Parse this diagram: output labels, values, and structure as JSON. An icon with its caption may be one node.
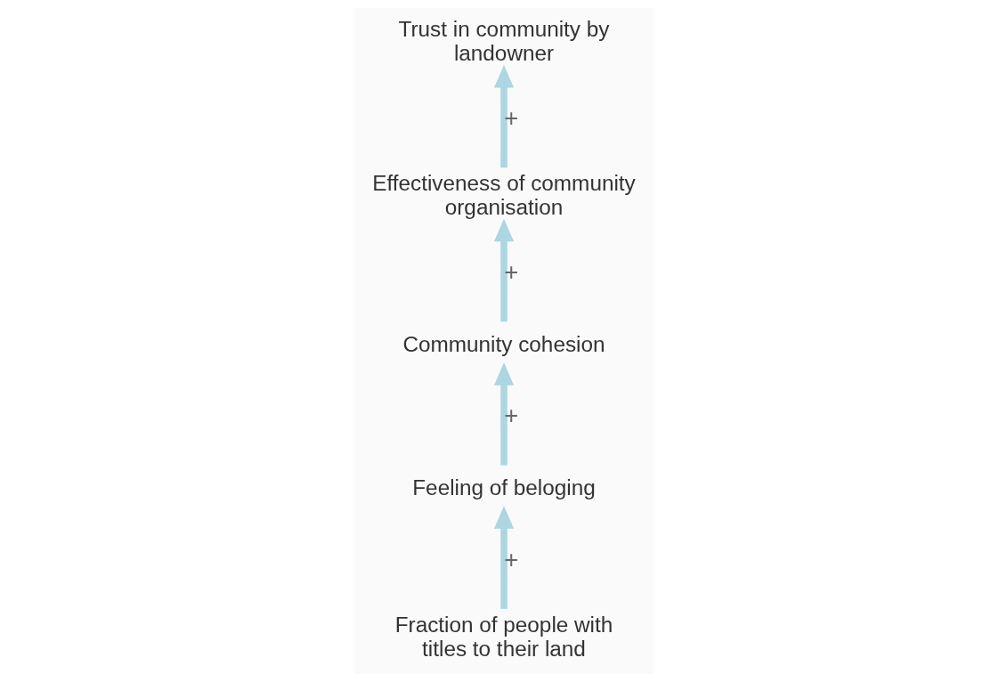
{
  "diagram": {
    "nodes": [
      {
        "text": [
          "Effectiveness of community organisation"
        ]
      },
      {
        "text": [
          "Trust in community by landowner"
        ]
      },
      {
        "text": [
          "Community cohesion"
        ]
      },
      {
        "text": [
          "Feeling of beloging"
        ]
      },
      {
        "text": [
          "Fraction of people with titles to their land"
        ]
      }
    ],
    "edges": [
      {
        "from": 4,
        "to": 3,
        "arrow": "to",
        "label": "+"
      },
      {
        "from": 3,
        "to": 2,
        "arrow": "to",
        "label": "+"
      },
      {
        "from": 2,
        "to": 0,
        "arrow": "to",
        "label": "+"
      },
      {
        "from": 0,
        "to": 1,
        "arrow": "to",
        "label": "+"
      }
    ]
  }
}
